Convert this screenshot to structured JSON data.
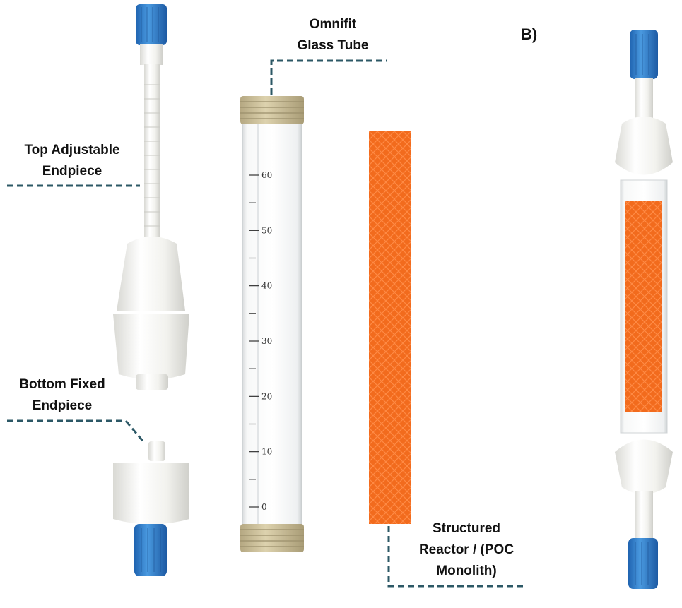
{
  "panel": "B)",
  "labels": {
    "glass_tube": [
      "Omnifit",
      "Glass Tube"
    ],
    "top_endpiece": [
      "Top Adjustable",
      "Endpiece"
    ],
    "bottom_endpiece": [
      "Bottom Fixed",
      "Endpiece"
    ],
    "reactor": [
      "Structured",
      "Reactor / (POC",
      "Monolith)"
    ]
  },
  "scale_ticks": [
    "60",
    "50",
    "40",
    "30",
    "20",
    "10",
    "0"
  ],
  "colors": {
    "leader_line": "#2c5866",
    "cap_blue": "#3a8ad6",
    "ptfe_white": "#f3f3ef",
    "monolith_orange": "#f26b1d",
    "thread_tan": "#cbbf9a"
  }
}
